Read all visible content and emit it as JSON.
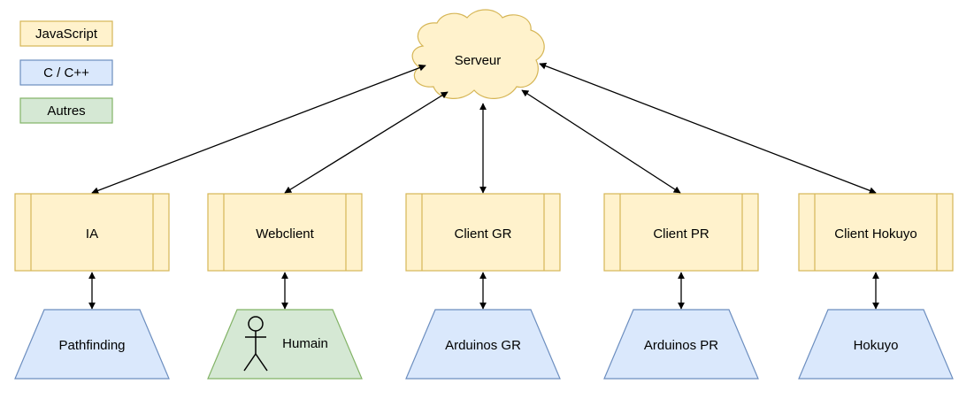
{
  "legend": [
    {
      "label": "JavaScript",
      "color": "#fff2cc",
      "stroke": "#d6b656"
    },
    {
      "label": "C / C++",
      "color": "#dae8fc",
      "stroke": "#6c8ebf"
    },
    {
      "label": "Autres",
      "color": "#d5e8d4",
      "stroke": "#82b366"
    }
  ],
  "server": {
    "label": "Serveur"
  },
  "processes": [
    {
      "label": "IA"
    },
    {
      "label": "Webclient"
    },
    {
      "label": "Client GR"
    },
    {
      "label": "Client PR"
    },
    {
      "label": "Client Hokuyo"
    }
  ],
  "bottom": [
    {
      "label": "Pathfinding",
      "kind": "c-cpp"
    },
    {
      "label": "Humain",
      "kind": "autres",
      "icon": "actor-icon"
    },
    {
      "label": "Arduinos GR",
      "kind": "c-cpp"
    },
    {
      "label": "Arduinos PR",
      "kind": "c-cpp"
    },
    {
      "label": "Hokuyo",
      "kind": "c-cpp"
    }
  ]
}
